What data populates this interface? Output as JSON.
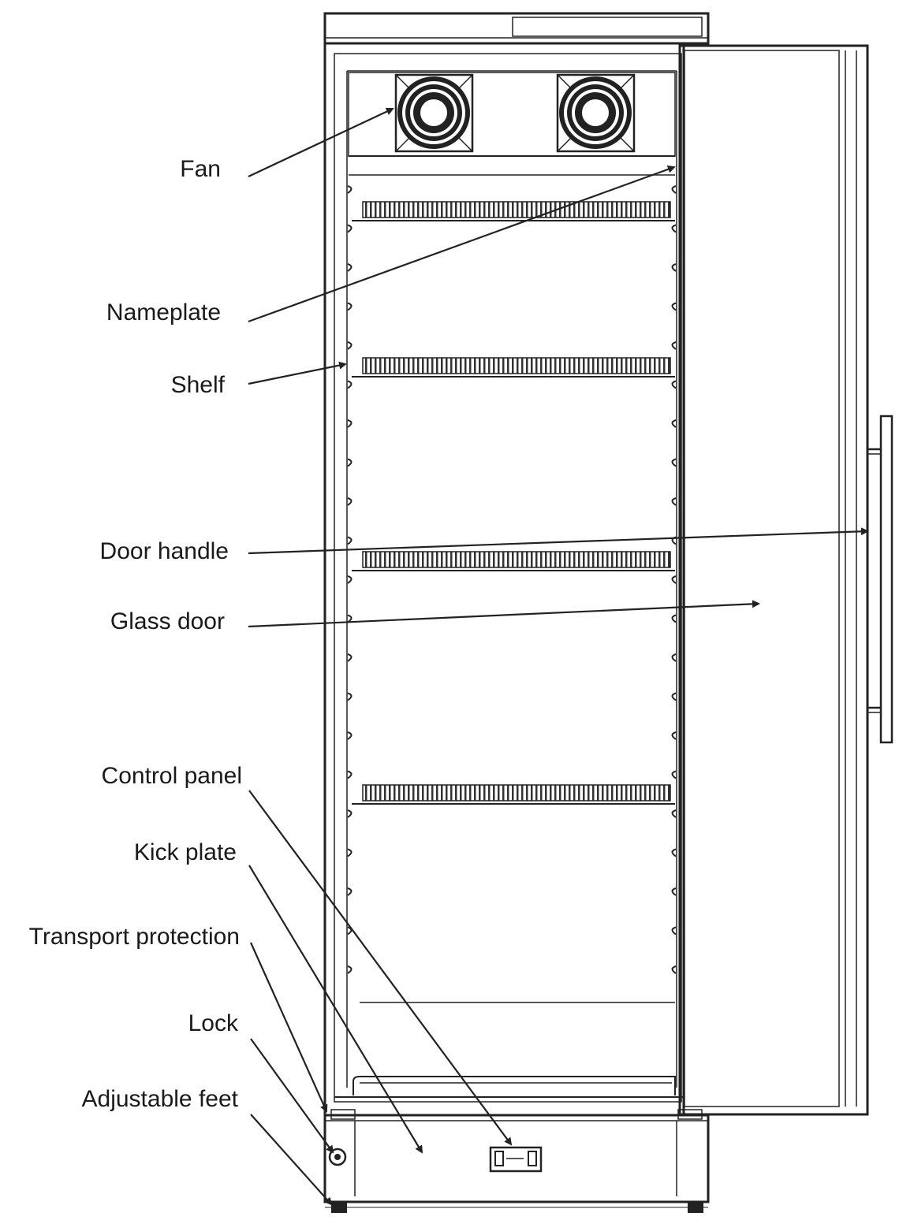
{
  "colors": {
    "ink": "#222222",
    "background": "#ffffff"
  },
  "labels": {
    "fan": "Fan",
    "nameplate": "Nameplate",
    "shelf": "Shelf",
    "door_handle": "Door handle",
    "glass_door": "Glass door",
    "control_panel": "Control panel",
    "kick_plate": "Kick plate",
    "transport_protection": "Transport protection",
    "lock": "Lock",
    "adjustable_feet": "Adjustable feet"
  }
}
